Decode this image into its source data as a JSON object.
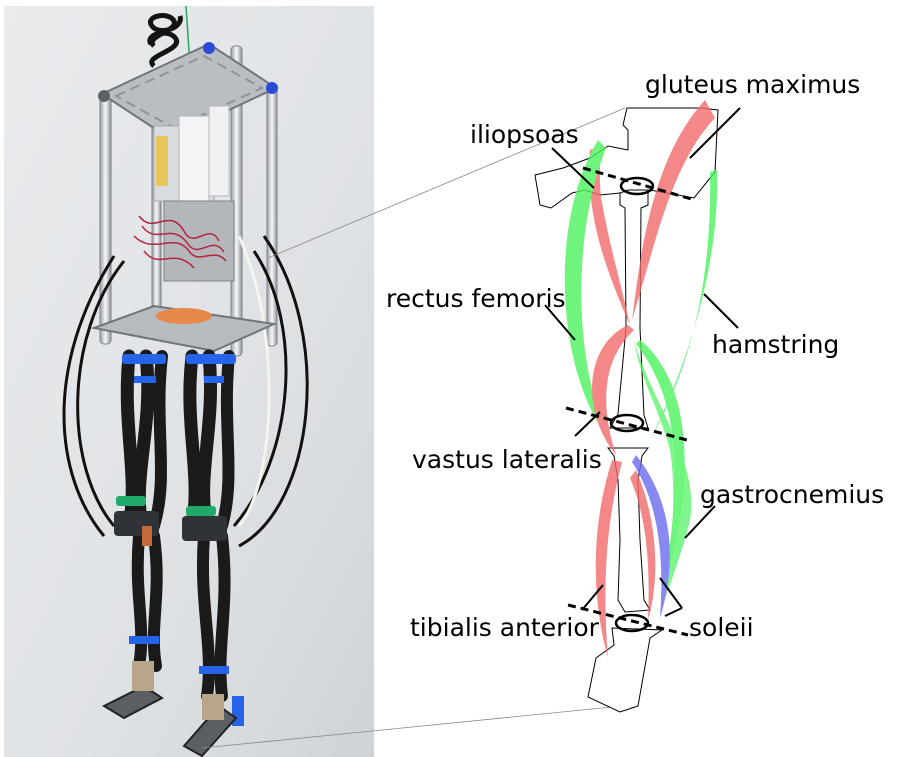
{
  "figure": {
    "photo_alt": "musculoskeletal biped robot hanging from a frame",
    "labels": {
      "gluteus_maximus": "gluteus maximus",
      "iliopsoas": "iliopsoas",
      "rectus_femoris": "rectus femoris",
      "hamstring": "hamstring",
      "vastus_lateralis": "vastus lateralis",
      "gastrocnemius": "gastrocnemius",
      "tibialis_anterior": "tibialis anterior",
      "soleii": "soleii"
    },
    "colors": {
      "monoarticular_muscle": "#f26b6b",
      "biarticular_muscle": "#4cf25e",
      "soleus_muscle": "#6b6bf0",
      "photo_background": "#e4e6e8",
      "tube": "#1c1c1c",
      "strap": "#2563e8"
    }
  }
}
